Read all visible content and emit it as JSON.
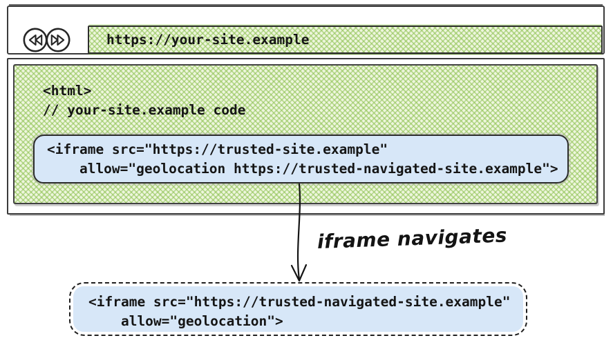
{
  "colors": {
    "ink": "#2e2e2e",
    "text": "#151515",
    "hatch_green": "#8cc152",
    "hatch_base": "#eef6dd",
    "code_box_blue": "#d7e7f8"
  },
  "browser_toolbar": {
    "back_icon": "rewind-double-left-arrow",
    "forward_icon": "fast-forward-double-right-arrow",
    "address_url": "https://your-site.example"
  },
  "page_code": {
    "line_1": "<html>",
    "line_2": "// your-site.example code"
  },
  "embedded_iframe_code": {
    "line_1": "<iframe src=\"https://trusted-site.example\"",
    "line_2": "    allow=\"geolocation https://trusted-navigated-site.example\">"
  },
  "navigation": {
    "arrow_label": "iframe navigates"
  },
  "navigated_iframe_code": {
    "line_1": "<iframe src=\"https://trusted-navigated-site.example\"",
    "line_2": "    allow=\"geolocation\">"
  }
}
